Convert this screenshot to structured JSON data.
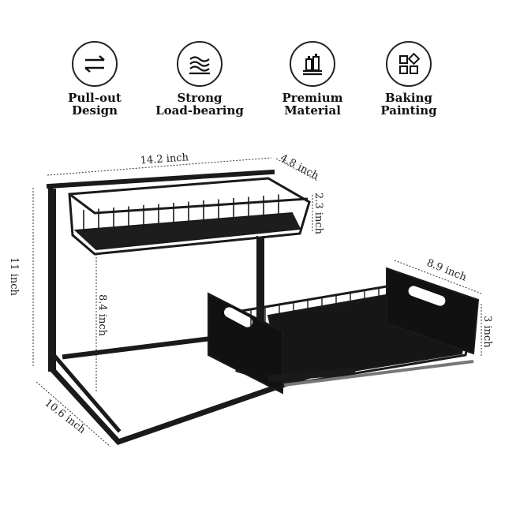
{
  "features": [
    {
      "icon": "arrows-icon",
      "line1": "Pull-out",
      "line2": "Design"
    },
    {
      "icon": "waves-icon",
      "line1": "Strong",
      "line2": "Load-bearing"
    },
    {
      "icon": "bottles-icon",
      "line1": "Premium",
      "line2": "Material"
    },
    {
      "icon": "squares-icon",
      "line1": "Baking",
      "line2": "Painting"
    }
  ],
  "dimensions": {
    "width_top": "14.2 inch",
    "depth_top": "4.8 inch",
    "height_top_basket": "2.3 inch",
    "total_height": "11 inch",
    "lower_clearance": "8.4 inch",
    "base_depth": "10.6 inch",
    "drawer_depth": "8.9 inch",
    "drawer_height": "3 inch"
  },
  "colors": {
    "frame": "#1a1a1a",
    "dim_line": "#333333"
  }
}
